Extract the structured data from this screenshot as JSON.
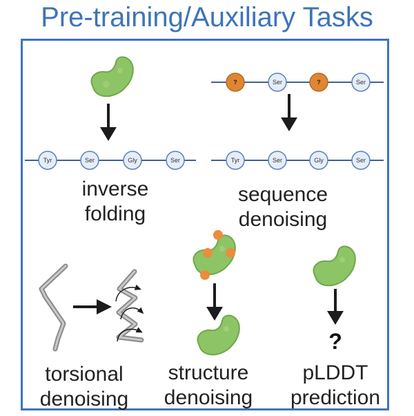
{
  "title": "Pre-training/Auxiliary Tasks",
  "colors": {
    "accent": "#3d74b8",
    "protein_fill": "#8dc465",
    "protein_edge": "#6fa84c",
    "residue_fill": "#e4edf8",
    "residue_edge": "#5b7fb8",
    "masked_fill": "#e08632",
    "noise_dot": "#ec8c3c",
    "arrow": "#1c1c1c"
  },
  "tasks": {
    "inverse_folding": {
      "caption_line1": "inverse",
      "caption_line2": "folding",
      "residues": [
        "Tyr",
        "Ser",
        "Gly",
        "Ser"
      ]
    },
    "sequence_denoising": {
      "caption_line1": "sequence",
      "caption_line2": "denoising",
      "input_residues": [
        "?",
        "Ser",
        "?",
        "Ser"
      ],
      "output_residues": [
        "Tyr",
        "Ser",
        "Gly",
        "Ser"
      ]
    },
    "torsional_denoising": {
      "caption_line1": "torsional",
      "caption_line2": "denoising"
    },
    "structure_denoising": {
      "caption_line1": "structure",
      "caption_line2": "denoising"
    },
    "plddt_prediction": {
      "caption_line1": "pLDDT",
      "caption_line2": "prediction",
      "output_symbol": "?"
    }
  },
  "icons": [
    "protein-blob-icon",
    "torsion-chain-icon",
    "rotation-arrow-icon",
    "down-arrow-icon",
    "right-arrow-icon"
  ]
}
